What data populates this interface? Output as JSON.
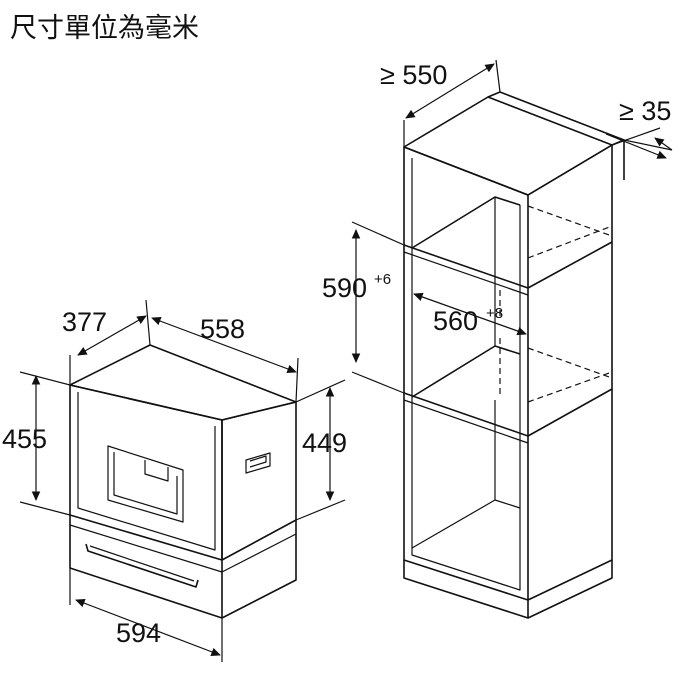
{
  "title": "尺寸單位為毫米",
  "appliance": {
    "depth_label": "377",
    "width_label": "558",
    "height_label": "455",
    "body_height_label": "449",
    "front_width_label": "594"
  },
  "cabinet": {
    "min_depth_label": "≥ 550",
    "min_gap_label": "≥ 35",
    "niche_height_label": "590",
    "niche_height_tol": "+6",
    "niche_width_label": "560",
    "niche_width_tol": "+8"
  }
}
